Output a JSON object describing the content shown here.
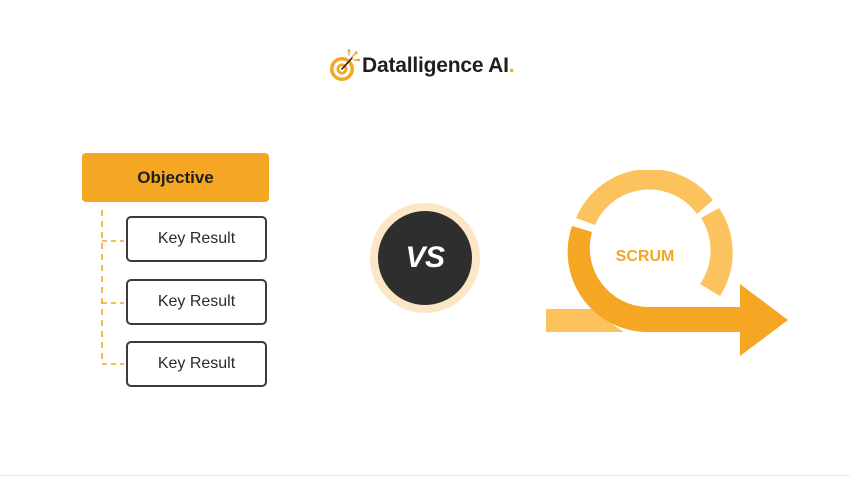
{
  "brand": {
    "name": "Datalligence AI",
    "dot": ".",
    "logo_icon": "target-icon",
    "accent_color": "#f5a623"
  },
  "okr": {
    "objective_label": "Objective",
    "key_results": [
      "Key Result",
      "Key Result",
      "Key Result"
    ],
    "objective_color": "#f5a623",
    "connector_style": "dashed"
  },
  "versus": {
    "label": "VS",
    "badge_color": "#2e2e2e",
    "ring_color": "#fbe7c6"
  },
  "scrum": {
    "label": "SCRUM",
    "icon": "scrum-cycle-arrow-icon",
    "primary_color": "#f5a623",
    "light_color": "#fbc25e"
  }
}
